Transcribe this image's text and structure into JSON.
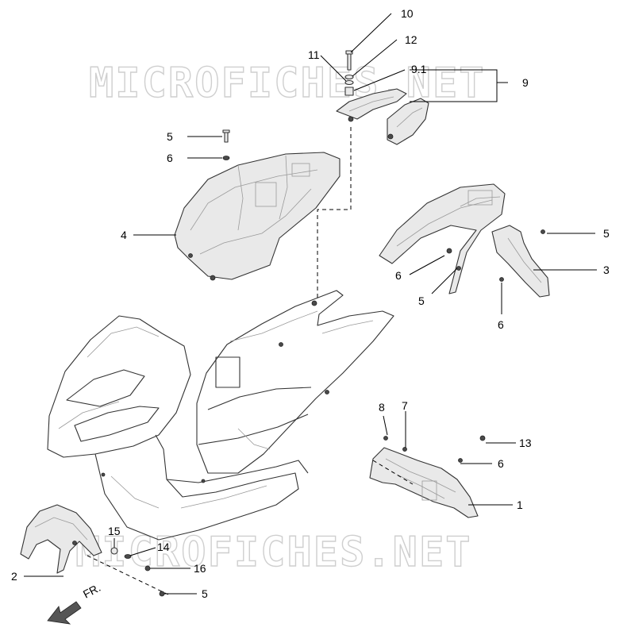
{
  "watermark": {
    "text": "MICROFICHES.NET"
  },
  "callouts": {
    "c10": "10",
    "c12": "12",
    "c11": "11",
    "c91": "9.1",
    "c9": "9",
    "c5a": "5",
    "c6a": "6",
    "c4": "4",
    "c5b": "5",
    "c3": "3",
    "c6b": "6",
    "c5c": "5",
    "c6c": "6",
    "c8": "8",
    "c7": "7",
    "c13": "13",
    "c6d": "6",
    "c1": "1",
    "c15": "15",
    "c14": "14",
    "c16": "16",
    "c2": "2",
    "c5d": "5"
  },
  "direction": {
    "label": "FR."
  }
}
